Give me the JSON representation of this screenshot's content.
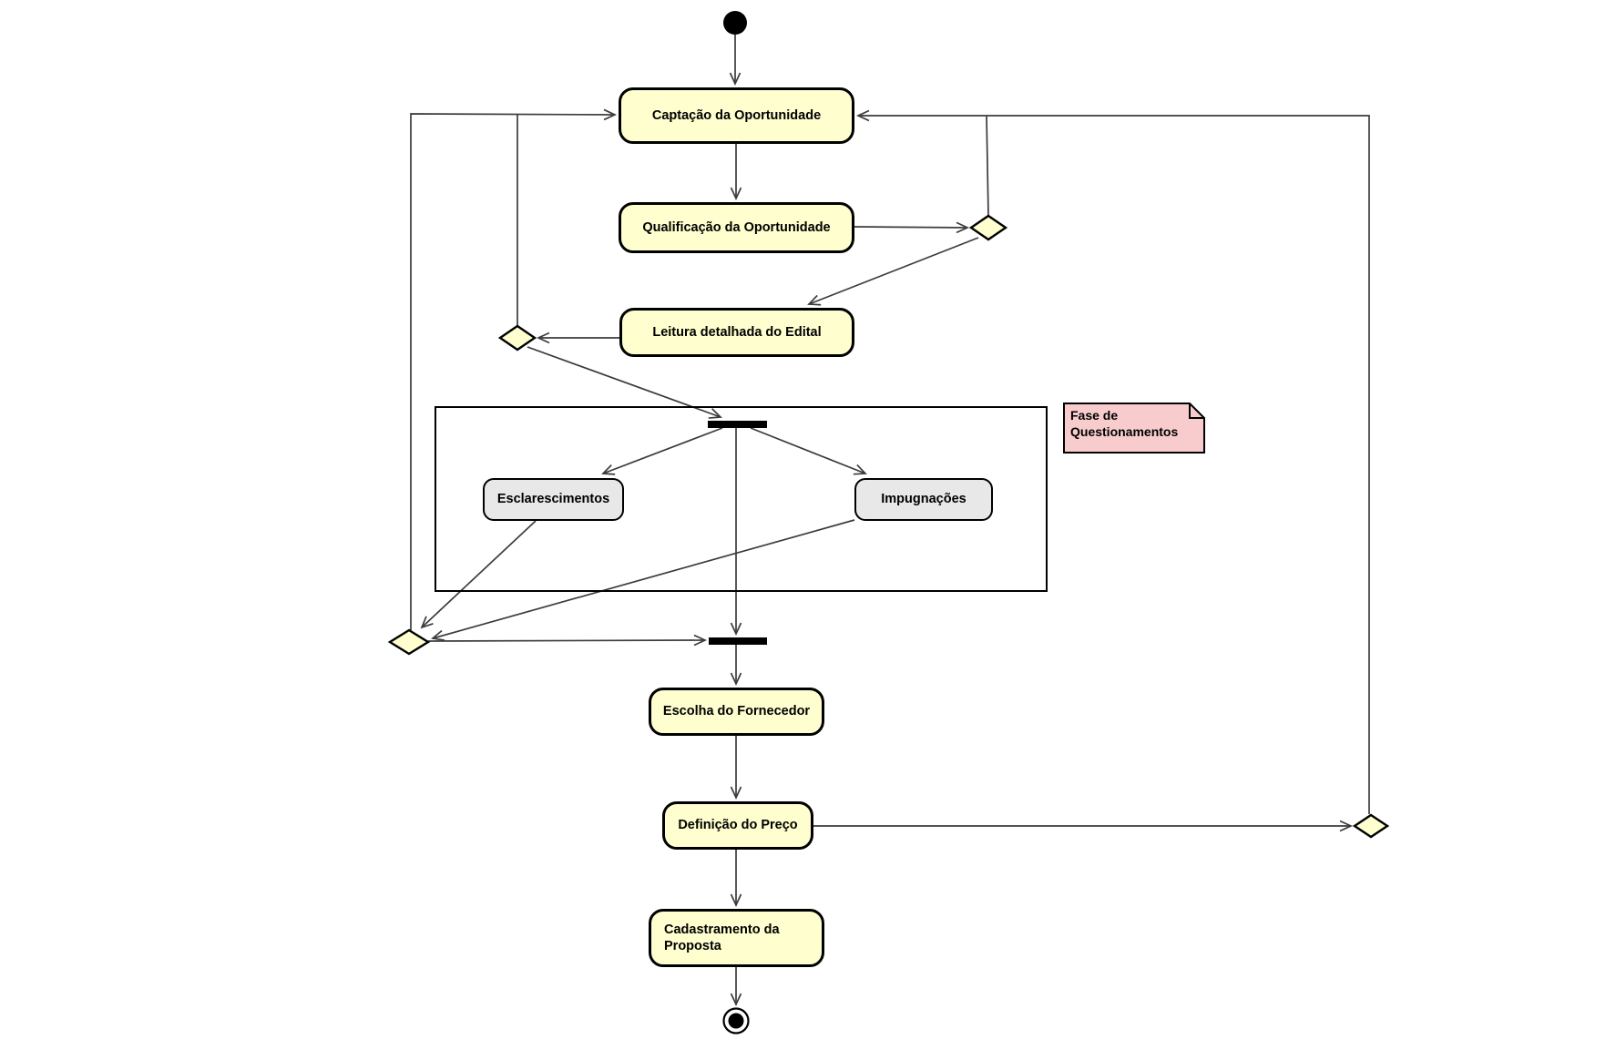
{
  "diagram": {
    "type": "uml-activity-diagram",
    "language": "pt-BR",
    "colors": {
      "background": "#FFFFFF",
      "activity_fill": "#FEFECE",
      "activity_border": "#000000",
      "subactivity_fill": "#E8E8E8",
      "decision_fill": "#FEFECE",
      "note_fill": "#F8CCCC",
      "edge": "#3C3C3C",
      "sync_bar": "#000000"
    },
    "nodes": {
      "start": {
        "type": "initial-node"
      },
      "captacao": {
        "label": "Captação da Oportunidade"
      },
      "qualificacao": {
        "label": "Qualificação da Oportunidade"
      },
      "leitura": {
        "label": "Leitura detalhada do Edital"
      },
      "esclarescimentos": {
        "label": "Esclarescimentos"
      },
      "impugnacoes": {
        "label": "Impugnações"
      },
      "escolha": {
        "label": "Escolha do Fornecedor"
      },
      "definicao": {
        "label": "Definição do Preço"
      },
      "cadastramento": {
        "label": "Cadastramento da\nProposta"
      },
      "note": {
        "label": "Fase de\nQuestionamentos"
      },
      "final": {
        "type": "activity-final-node"
      }
    },
    "edges": [
      {
        "from": "start",
        "to": "captacao"
      },
      {
        "from": "captacao",
        "to": "qualificacao"
      },
      {
        "from": "qualificacao",
        "to": "decision-qualificacao"
      },
      {
        "from": "decision-qualificacao",
        "to": "captacao"
      },
      {
        "from": "decision-qualificacao",
        "to": "leitura"
      },
      {
        "from": "leitura",
        "to": "decision-leitura"
      },
      {
        "from": "decision-leitura",
        "to": "captacao"
      },
      {
        "from": "decision-leitura",
        "to": "fork"
      },
      {
        "from": "fork",
        "to": "esclarescimentos"
      },
      {
        "from": "fork",
        "to": "impugnacoes"
      },
      {
        "from": "fork",
        "to": "join"
      },
      {
        "from": "esclarescimentos",
        "to": "merge"
      },
      {
        "from": "impugnacoes",
        "to": "merge"
      },
      {
        "from": "merge",
        "to": "captacao"
      },
      {
        "from": "merge",
        "to": "join"
      },
      {
        "from": "join",
        "to": "escolha"
      },
      {
        "from": "escolha",
        "to": "definicao"
      },
      {
        "from": "definicao",
        "to": "decision-preco"
      },
      {
        "from": "decision-preco",
        "to": "captacao"
      },
      {
        "from": "definicao",
        "to": "cadastramento"
      },
      {
        "from": "cadastramento",
        "to": "final"
      }
    ]
  }
}
